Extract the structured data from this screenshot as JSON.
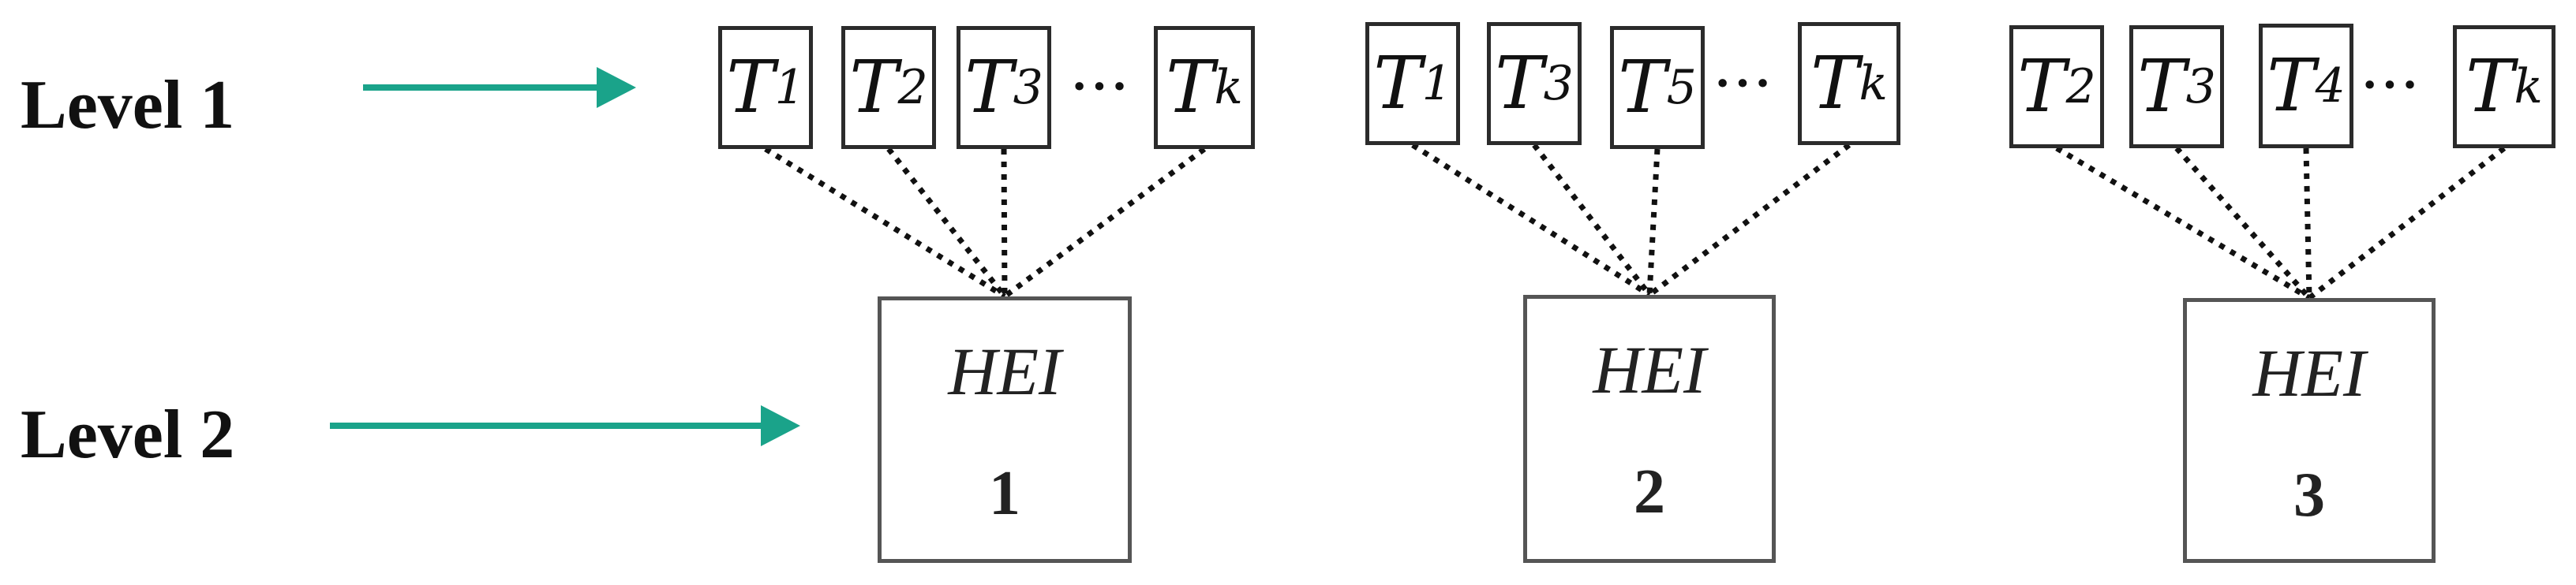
{
  "levels": [
    {
      "label": "Level 1"
    },
    {
      "label": "Level 2"
    }
  ],
  "groups": [
    {
      "tasks": [
        {
          "letter": "T",
          "sub": "1"
        },
        {
          "letter": "T",
          "sub": "2"
        },
        {
          "letter": "T",
          "sub": "3"
        },
        {
          "letter": "T",
          "sub": "k"
        }
      ],
      "hei_label": "HEI",
      "hei_number": "1"
    },
    {
      "tasks": [
        {
          "letter": "T",
          "sub": "1"
        },
        {
          "letter": "T",
          "sub": "3"
        },
        {
          "letter": "T",
          "sub": "5"
        },
        {
          "letter": "T",
          "sub": "k"
        }
      ],
      "hei_label": "HEI",
      "hei_number": "2"
    },
    {
      "tasks": [
        {
          "letter": "T",
          "sub": "2"
        },
        {
          "letter": "T",
          "sub": "3"
        },
        {
          "letter": "T",
          "sub": "4"
        },
        {
          "letter": "T",
          "sub": "k"
        }
      ],
      "hei_label": "HEI",
      "hei_number": "3"
    }
  ],
  "ellipsis": "···",
  "colors": {
    "arrow": "#1aa38a",
    "box_border": "#2b2b2b",
    "link": "#111111"
  }
}
